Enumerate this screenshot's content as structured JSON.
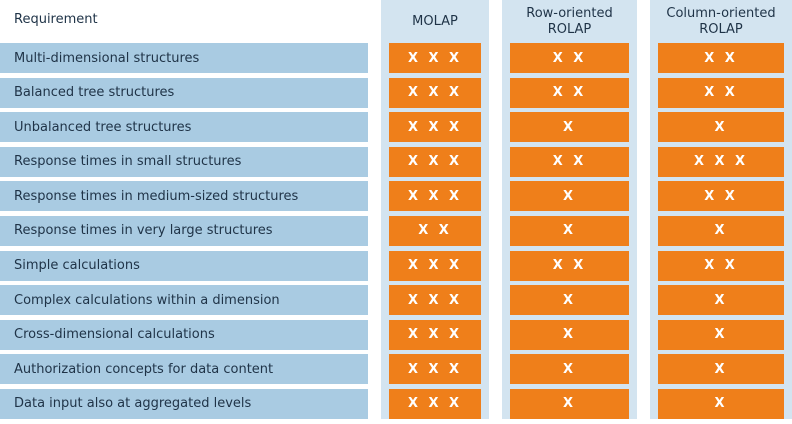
{
  "header": {
    "requirement_label": "Requirement",
    "columns": [
      "MOLAP",
      "Row-oriented ROLAP",
      "Column-oriented ROLAP"
    ]
  },
  "rows": [
    {
      "requirement": "Multi-dimensional structures",
      "molap": "X X X",
      "row_rolap": "X X",
      "col_rolap": "X X"
    },
    {
      "requirement": "Balanced tree structures",
      "molap": "X X X",
      "row_rolap": "X X",
      "col_rolap": "X X"
    },
    {
      "requirement": "Unbalanced tree structures",
      "molap": "X X X",
      "row_rolap": "X",
      "col_rolap": "X"
    },
    {
      "requirement": "Response times in small structures",
      "molap": "X X X",
      "row_rolap": "X X",
      "col_rolap": "X X X"
    },
    {
      "requirement": "Response times in medium-sized structures",
      "molap": "X X X",
      "row_rolap": "X",
      "col_rolap": "X X"
    },
    {
      "requirement": "Response times in very large structures",
      "molap": "X X",
      "row_rolap": "X",
      "col_rolap": "X"
    },
    {
      "requirement": "Simple calculations",
      "molap": "X X X",
      "row_rolap": "X X",
      "col_rolap": "X X"
    },
    {
      "requirement": "Complex calculations within a dimension",
      "molap": "X X X",
      "row_rolap": "X",
      "col_rolap": "X"
    },
    {
      "requirement": "Cross-dimensional calculations",
      "molap": "X X X",
      "row_rolap": "X",
      "col_rolap": "X"
    },
    {
      "requirement": "Authorization concepts for data content",
      "molap": "X X X",
      "row_rolap": "X",
      "col_rolap": "X"
    },
    {
      "requirement": "Data input also at aggregated levels",
      "molap": "X X X",
      "row_rolap": "X",
      "col_rolap": "X"
    }
  ],
  "colors": {
    "label_row_bg": "#a9cbe2",
    "panel_bg": "#d3e4f0",
    "cell_bg": "#ef7f1a",
    "cell_text": "#ffffff",
    "text": "#1f3347"
  }
}
